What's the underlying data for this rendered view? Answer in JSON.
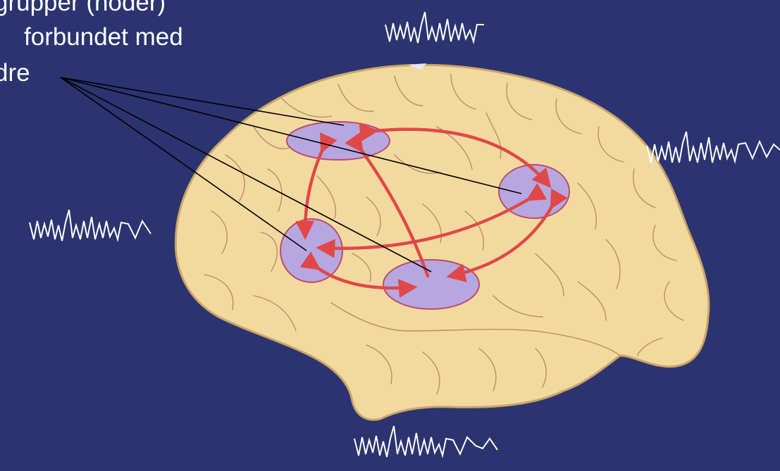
{
  "caption": {
    "lines": [
      "grupper (noder)",
      "forbundet med",
      "dre"
    ]
  },
  "colors": {
    "background": "#2b3470",
    "brain": "#f2d9a0",
    "brain_outline": "#c9a56a",
    "sulci": "#b89060",
    "node_fill": "#b7a7e0",
    "node_stroke": "#c04a6a",
    "arrow": "#e04848",
    "pointer_line": "#000000",
    "eeg_trace": "#ffffff"
  },
  "icons": {
    "eeg": "eeg-waveform"
  }
}
